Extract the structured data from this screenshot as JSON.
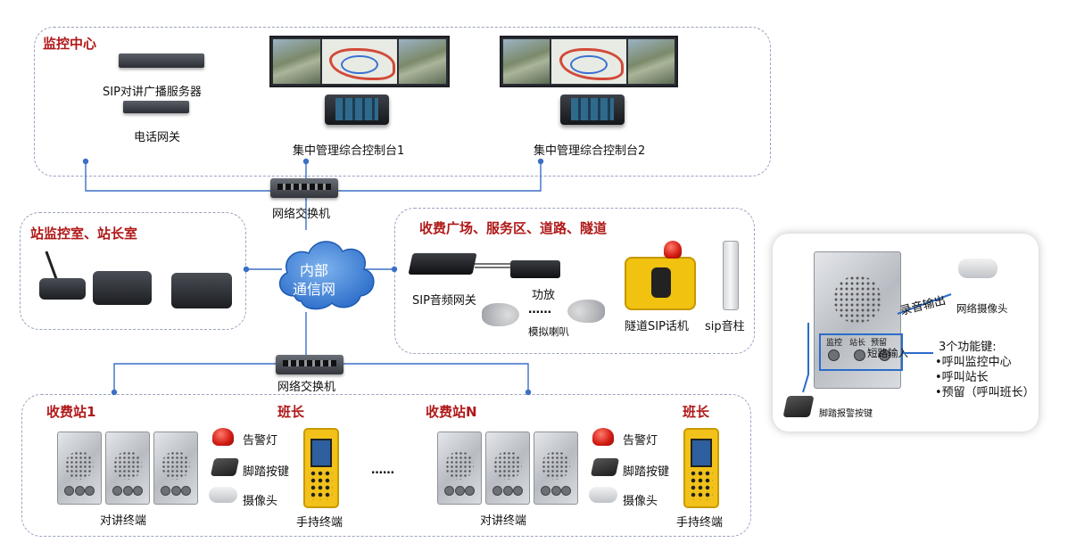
{
  "zones": {
    "monitor_center": "监控中心",
    "station_room": "站监控室、站长室",
    "toll_plaza": "收费广场、服务区、道路、隧道",
    "toll_station_1": "收费站1",
    "toll_station_n": "收费站N",
    "team_leader_1": "班长",
    "team_leader_n": "班长"
  },
  "devices": {
    "sip_server": "SIP对讲广播服务器",
    "phone_gateway": "电话网关",
    "console_1": "集中管理综合控制台1",
    "console_2": "集中管理综合控制台2",
    "switch_top": "网络交换机",
    "switch_bottom": "网络交换机",
    "cloud_line1": "内部",
    "cloud_line2": "通信网",
    "sip_audio_gateway": "SIP音频网关",
    "amplifier": "功放",
    "analog_horn": "模拟喇叭",
    "ellipsis_horn": "……",
    "tunnel_phone": "隧道SIP话机",
    "sip_column": "sip音柱",
    "warning_light_1": "告警灯",
    "foot_pedal_1": "脚踏按键",
    "camera_1": "摄像头",
    "intercom_1": "对讲终端",
    "handheld_1": "手持终端",
    "ellipsis_mid": "……",
    "warning_light_n": "告警灯",
    "foot_pedal_n": "脚踏按键",
    "camera_n": "摄像头",
    "intercom_n": "对讲终端",
    "handheld_n": "手持终端"
  },
  "inset": {
    "record_output": "录音输出",
    "network_camera": "网络摄像头",
    "key_monitor": "监控",
    "key_station": "站长",
    "key_reserve": "预留",
    "short_input": "短路输入",
    "foot_alarm": "脚踏报警按键",
    "func_title": "3个功能键:",
    "func_1": "•呼叫监控中心",
    "func_2": "•呼叫站长",
    "func_3": "•预留（呼叫班长）"
  },
  "colors": {
    "title_red": "#b01818",
    "line_blue": "#3b6fc6",
    "dash_border": "#9aa3c0",
    "cloud_blue": "#3d7fd8"
  }
}
